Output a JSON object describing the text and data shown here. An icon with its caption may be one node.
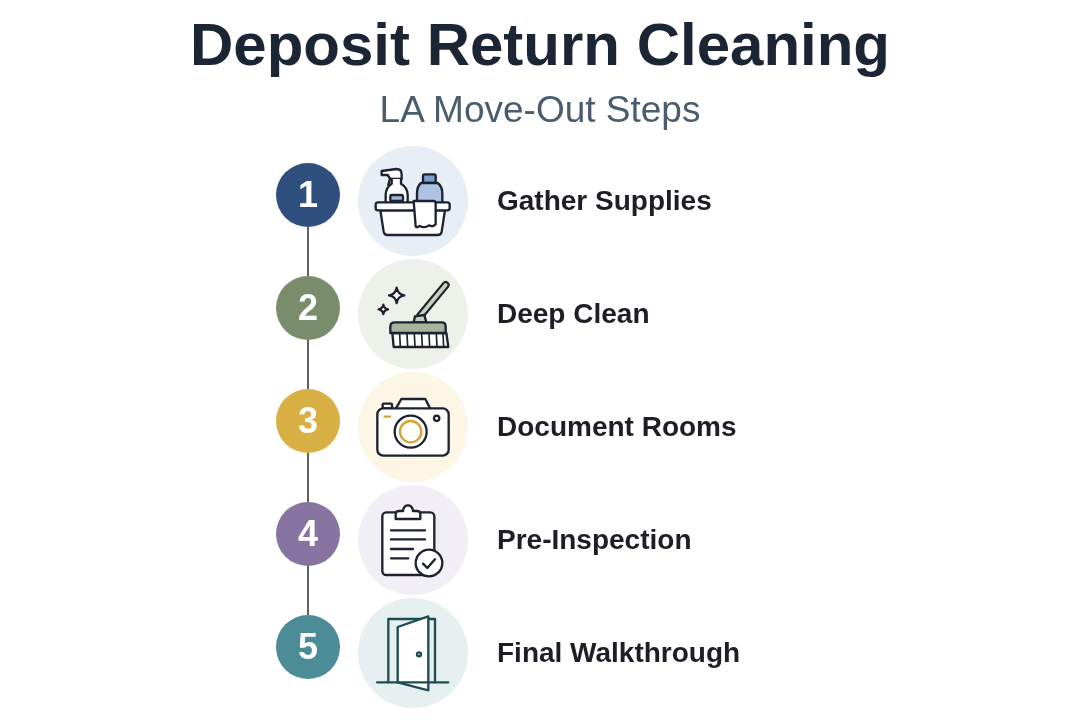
{
  "diagram": {
    "title": "Deposit Return Cleaning",
    "nodes": [
      {
        "text": [
          "1"
        ]
      },
      {
        "text": [],
        "shape": "circle",
        "beside": [
          "Gather Supplies"
        ]
      },
      {
        "text": [
          "2"
        ]
      },
      {
        "text": [],
        "shape": "circle",
        "beside": [
          "Deep Clean"
        ]
      },
      {
        "text": [
          "3"
        ]
      },
      {
        "text": [],
        "shape": "circle",
        "beside": [
          "Document Rooms"
        ]
      },
      {
        "text": [
          "4"
        ]
      },
      {
        "text": [],
        "shape": "circle",
        "beside": [
          "Pre-Inspection"
        ]
      },
      {
        "text": [
          "5"
        ]
      },
      {
        "text": [],
        "shape": "circle",
        "beside": [
          "Final Walkthrough"
        ]
      }
    ],
    "edges": [
      {
        "from": 0,
        "to": 2,
        "arrow": "none"
      },
      {
        "from": 2,
        "to": 4,
        "arrow": "none"
      },
      {
        "from": 4,
        "to": 6,
        "arrow": "none"
      },
      {
        "from": 6,
        "to": 8,
        "arrow": "none"
      }
    ],
    "labels": [
      "LA Move-Out Steps"
    ]
  }
}
